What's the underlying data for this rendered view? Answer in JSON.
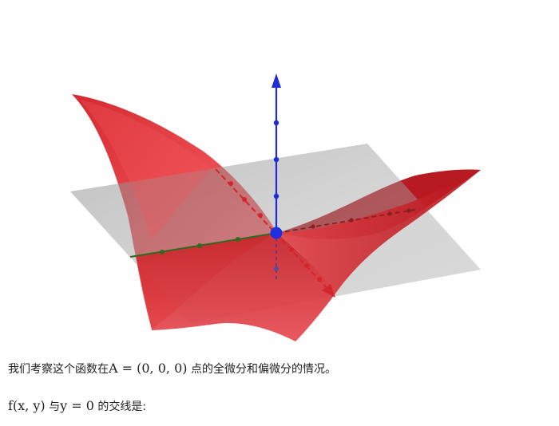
{
  "figure": {
    "colors": {
      "surface_dark": "#c21f26",
      "surface_light": "#f0575d",
      "plane": "#9a9a9a",
      "z_axis": "#1f2bd6",
      "x_axis": "#2e6b1e",
      "y_axis": "#d3262a",
      "origin": "#2030e0",
      "z_negative": "#4a3a8a"
    }
  },
  "text": {
    "p1_before": "我们考察这个函数在",
    "p1_math": "A = (0, 0, 0)",
    "p1_after": " 点的全微分和偏微分的情况。",
    "p2_math_f": "f(x, y)",
    "p2_mid": " 与",
    "p2_math_y": "y = 0",
    "p2_after": " 的交线是:"
  }
}
